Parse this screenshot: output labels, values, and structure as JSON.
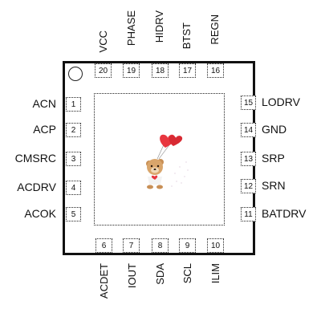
{
  "pins": {
    "left": [
      {
        "num": "1",
        "name": "ACN"
      },
      {
        "num": "2",
        "name": "ACP"
      },
      {
        "num": "3",
        "name": "CMSRC"
      },
      {
        "num": "4",
        "name": "ACDRV"
      },
      {
        "num": "5",
        "name": "ACOK"
      }
    ],
    "bottom": [
      {
        "num": "6",
        "name": "ACDET"
      },
      {
        "num": "7",
        "name": "IOUT"
      },
      {
        "num": "8",
        "name": "SDA"
      },
      {
        "num": "9",
        "name": "SCL"
      },
      {
        "num": "10",
        "name": "ILIM"
      }
    ],
    "right": [
      {
        "num": "11",
        "name": "BATDRV"
      },
      {
        "num": "12",
        "name": "SRN"
      },
      {
        "num": "13",
        "name": "SRP"
      },
      {
        "num": "14",
        "name": "GND"
      },
      {
        "num": "15",
        "name": "LODRV"
      }
    ],
    "top": [
      {
        "num": "16",
        "name": "REGN"
      },
      {
        "num": "17",
        "name": "BTST"
      },
      {
        "num": "18",
        "name": "HIDRV"
      },
      {
        "num": "19",
        "name": "PHASE"
      },
      {
        "num": "20",
        "name": "VCC"
      }
    ]
  },
  "icons": {
    "pin1_marker": "pin1-indicator-circle",
    "center_image": "teddy-bear-with-heart-balloons-icon"
  },
  "colors": {
    "outline": "#111111",
    "heart": "#e8363f",
    "bear": "#d9a56b"
  }
}
